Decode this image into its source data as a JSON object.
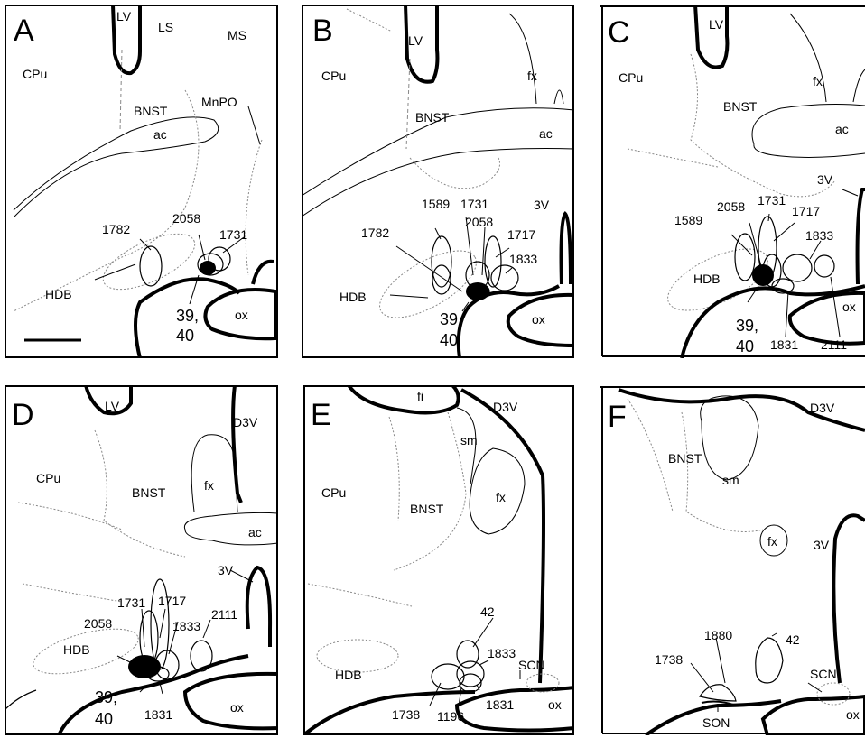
{
  "panels": [
    {
      "letter": "A",
      "labels": {
        "lv": "LV",
        "ls": "LS",
        "ms": "MS",
        "cpu": "CPu",
        "bnst": "BNST",
        "mnpo": "MnPO",
        "ac": "ac",
        "hdb": "HDB",
        "ox": "ox",
        "n1782": "1782",
        "n2058": "2058",
        "n1731": "1731",
        "n39": "39,",
        "n40": "40"
      }
    },
    {
      "letter": "B",
      "labels": {
        "lv": "LV",
        "cpu": "CPu",
        "fx": "fx",
        "bnst": "BNST",
        "ac": "ac",
        "v3": "3V",
        "hdb": "HDB",
        "ox": "ox",
        "n1589": "1589",
        "n1731": "1731",
        "n2058": "2058",
        "n1782": "1782",
        "n1717": "1717",
        "n1833": "1833",
        "n39": "39,",
        "n40": "40"
      }
    },
    {
      "letter": "C",
      "labels": {
        "lv": "LV",
        "cpu": "CPu",
        "fx": "fx",
        "bnst": "BNST",
        "ac": "ac",
        "v3": "3V",
        "hdb": "HDB",
        "ox": "ox",
        "n1589": "1589",
        "n2058": "2058",
        "n1731": "1731",
        "n1717": "1717",
        "n1833": "1833",
        "n39": "39,",
        "n40": "40",
        "n1831": "1831",
        "n2111": "2111"
      }
    },
    {
      "letter": "D",
      "labels": {
        "lv": "LV",
        "d3v": "D3V",
        "cpu": "CPu",
        "bnst": "BNST",
        "fx": "fx",
        "ac": "ac",
        "v3": "3V",
        "hdb": "HDB",
        "ox": "ox",
        "n1731": "1731",
        "n1717": "1717",
        "n2058": "2058",
        "n1833": "1833",
        "n2111": "2111",
        "n39": "39,",
        "n40": "40",
        "n1831": "1831"
      }
    },
    {
      "letter": "E",
      "labels": {
        "fi": "fi",
        "d3v": "D3V",
        "sm": "sm",
        "cpu": "CPu",
        "bnst": "BNST",
        "fx": "fx",
        "hdb": "HDB",
        "ox": "ox",
        "n42": "42",
        "n1833": "1833",
        "scn": "SCN",
        "n1831": "1831",
        "n1738": "1738",
        "n1196": "1196"
      }
    },
    {
      "letter": "F",
      "labels": {
        "d3v": "D3V",
        "bnst": "BNST",
        "sm": "sm",
        "fx": "fx",
        "v3": "3V",
        "n1880": "1880",
        "n42": "42",
        "n1738": "1738",
        "scn": "SCN",
        "son": "SON",
        "ox": "ox"
      }
    }
  ]
}
